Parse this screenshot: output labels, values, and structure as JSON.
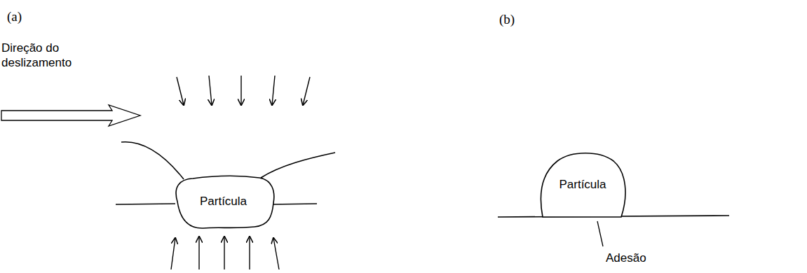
{
  "diagram": {
    "nodes": [
      {
        "text": [
          "Partícula"
        ]
      },
      {
        "text": [
          "Partícula"
        ]
      }
    ],
    "labels": [
      "(a)",
      "Direção do deslizamento",
      "(b)",
      "Adesão"
    ]
  }
}
